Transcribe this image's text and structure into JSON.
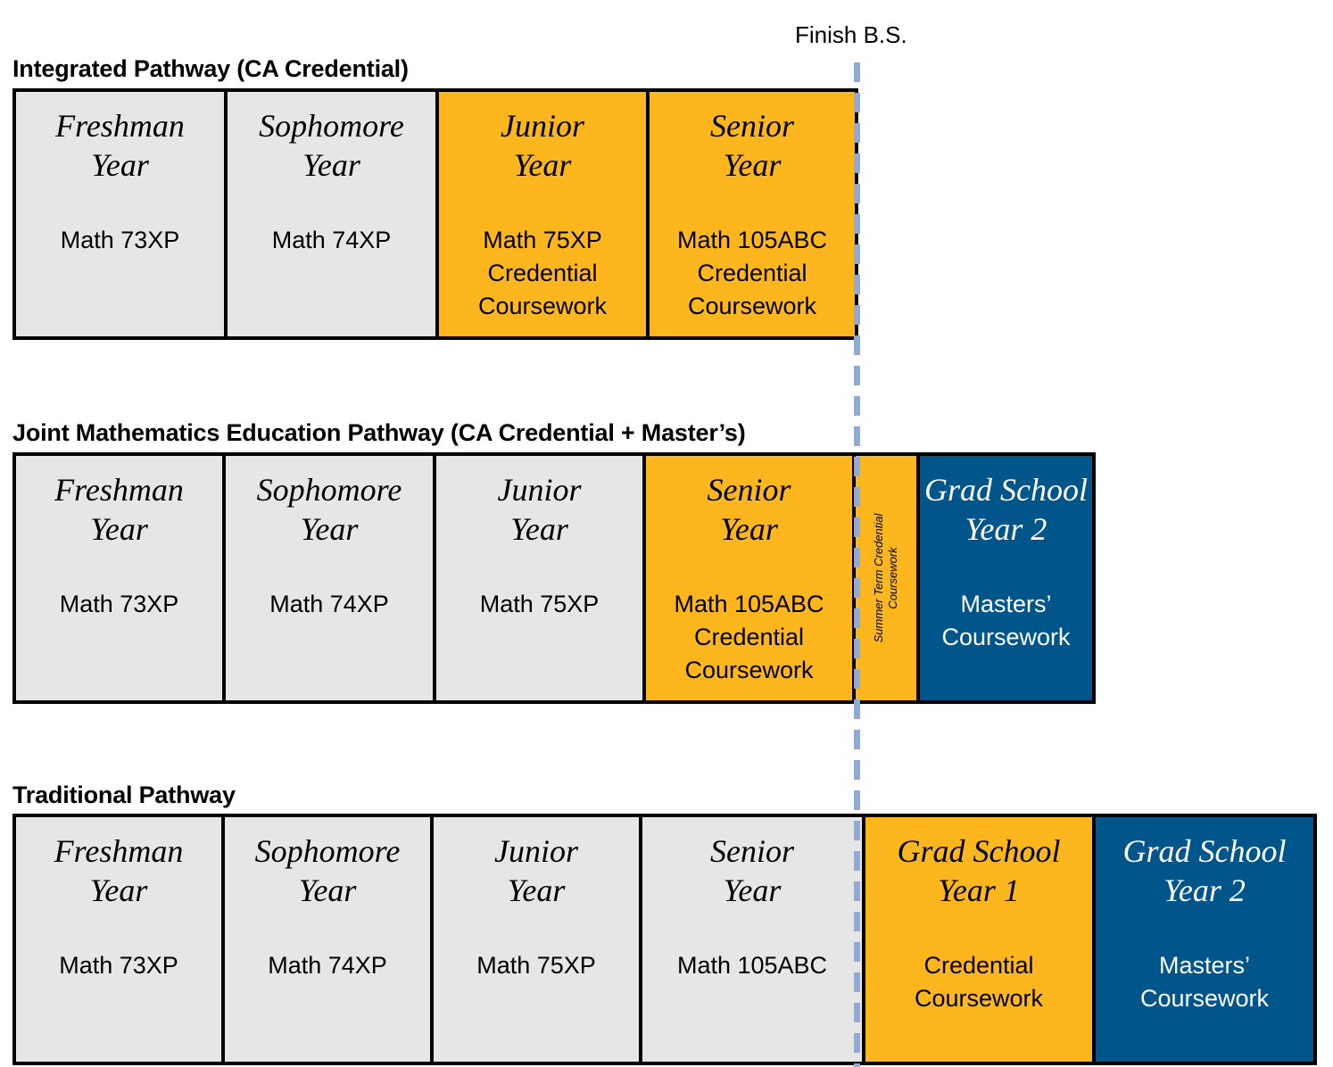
{
  "finish_label": "Finish B.S.",
  "colors": {
    "gray": "#e6e6e6",
    "gold": "#fdb61e",
    "blue": "#00558a",
    "finish_line": "#8eaadb"
  },
  "pathways": [
    {
      "title": "Integrated Pathway (CA Credential)",
      "boxes": [
        {
          "title": [
            "Freshman",
            "Year"
          ],
          "body": [
            "Math 73XP"
          ],
          "color": "gray"
        },
        {
          "title": [
            "Sophomore",
            "Year"
          ],
          "body": [
            "Math 74XP"
          ],
          "color": "gray"
        },
        {
          "title": [
            "Junior",
            "Year"
          ],
          "body": [
            "Math 75XP",
            "Credential",
            "Coursework"
          ],
          "color": "gold"
        },
        {
          "title": [
            "Senior",
            "Year"
          ],
          "body": [
            "Math 105ABC",
            "Credential",
            "Coursework"
          ],
          "color": "gold"
        }
      ]
    },
    {
      "title": "Joint Mathematics Education Pathway (CA Credential + Master’s)",
      "boxes": [
        {
          "title": [
            "Freshman",
            "Year"
          ],
          "body": [
            "Math 73XP"
          ],
          "color": "gray"
        },
        {
          "title": [
            "Sophomore",
            "Year"
          ],
          "body": [
            "Math 74XP"
          ],
          "color": "gray"
        },
        {
          "title": [
            "Junior",
            "Year"
          ],
          "body": [
            "Math 75XP"
          ],
          "color": "gray"
        },
        {
          "title": [
            "Senior",
            "Year"
          ],
          "body": [
            "Math 105ABC",
            "Credential",
            "Coursework"
          ],
          "color": "gold"
        },
        {
          "summer": [
            "Summer Term Credential",
            "Coursework"
          ],
          "color": "gold"
        },
        {
          "title": [
            "Grad School",
            "Year 2"
          ],
          "body": [
            "Masters’",
            "Coursework"
          ],
          "color": "blue"
        }
      ]
    },
    {
      "title": "Traditional Pathway",
      "boxes": [
        {
          "title": [
            "Freshman",
            "Year"
          ],
          "body": [
            "Math 73XP"
          ],
          "color": "gray"
        },
        {
          "title": [
            "Sophomore",
            "Year"
          ],
          "body": [
            "Math 74XP"
          ],
          "color": "gray"
        },
        {
          "title": [
            "Junior",
            "Year"
          ],
          "body": [
            "Math 75XP"
          ],
          "color": "gray"
        },
        {
          "title": [
            "Senior",
            "Year"
          ],
          "body": [
            "Math 105ABC"
          ],
          "color": "gray"
        },
        {
          "title": [
            "Grad School",
            "Year 1"
          ],
          "body": [
            "Credential",
            "Coursework"
          ],
          "color": "gold"
        },
        {
          "title": [
            "Grad School",
            "Year 2"
          ],
          "body": [
            "Masters’",
            "Coursework"
          ],
          "color": "blue"
        }
      ]
    }
  ]
}
